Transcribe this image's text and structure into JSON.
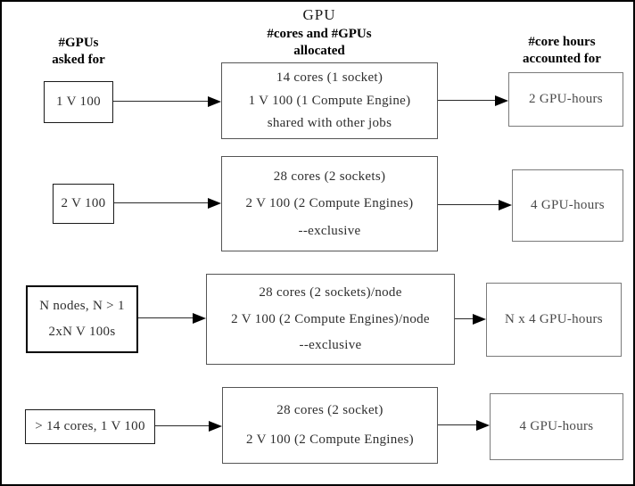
{
  "title": "GPU",
  "headers": {
    "asked": {
      "line1": "#GPUs",
      "line2": "asked for"
    },
    "allocated": {
      "line1": "#cores and #GPUs",
      "line2": "allocated"
    },
    "accounted": {
      "line1": "#core hours",
      "line2": "accounted for"
    }
  },
  "rows": [
    {
      "asked": [
        "1 V 100"
      ],
      "allocated": [
        "14 cores (1 socket)",
        "1 V 100 (1 Compute Engine)",
        "shared with other jobs"
      ],
      "accounted": "2 GPU-hours"
    },
    {
      "asked": [
        "2 V 100"
      ],
      "allocated": [
        "28 cores (2 sockets)",
        "2 V 100 (2 Compute Engines)",
        "--exclusive"
      ],
      "accounted": "4 GPU-hours"
    },
    {
      "asked": [
        "N nodes, N > 1",
        "2xN V 100s"
      ],
      "allocated": [
        "28 cores (2 sockets)/node",
        "2 V 100 (2 Compute Engines)/node",
        "--exclusive"
      ],
      "accounted": "N x 4 GPU-hours"
    },
    {
      "asked": [
        "> 14 cores, 1 V 100"
      ],
      "allocated": [
        "28 cores (2 socket)",
        "2 V 100 (2 Compute Engines)"
      ],
      "accounted": "4 GPU-hours"
    }
  ]
}
